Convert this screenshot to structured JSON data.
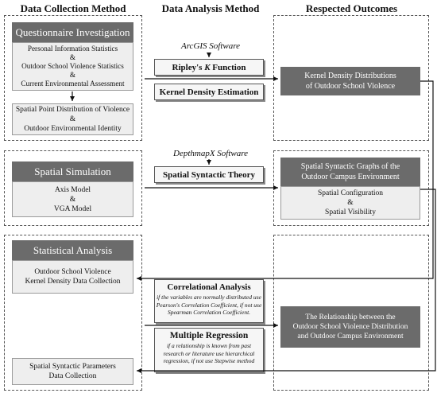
{
  "columns": {
    "collection": "Data Collection Method",
    "analysis": "Data Analysis Method",
    "outcomes": "Respected Outcomes"
  },
  "collection": {
    "questionnaire": {
      "title": "Questionnaire Investigation",
      "items": [
        "Personal Information Statistics",
        "&",
        "Outdoor School Violence Statistics",
        "&",
        "Current Environmental Assessment"
      ]
    },
    "spatial_point": {
      "items": [
        "Spatial Point Distribution of Violence",
        "&",
        "Outdoor Environmental Identity"
      ]
    },
    "simulation": {
      "title": "Spatial Simulation",
      "items": [
        "Axis Model",
        "&",
        "VGA Model"
      ]
    },
    "statistical": {
      "title": "Statistical Analysis",
      "kernel_items": [
        "Outdoor School Violence",
        "Kernel Density Data Collection"
      ],
      "syntactic_items": [
        "Spatial Syntactic Parameters",
        "Data Collection"
      ]
    }
  },
  "analysis": {
    "arcgis": "ArcGIS Software",
    "ripley_prefix": "Ripley's ",
    "ripley_k": "K",
    "ripley_suffix": " Function",
    "kde": "Kernel Density Estimation",
    "depthmap": "DepthmapX Software",
    "syntactic_theory": "Spatial Syntactic Theory",
    "correlational": {
      "title": "Correlational Analysis",
      "note": [
        "if the variables are normally distributed use",
        "Pearson's Correlation Coefficient, if not use",
        "Spearman Correlation Coefficient."
      ]
    },
    "regression": {
      "title": "Multiple Regression",
      "note": [
        "if a relationship is known from past",
        "research or literature use hierarchical",
        "regression, if not use Stepwise method"
      ]
    }
  },
  "outcomes": {
    "kernel": [
      "Kernel Density Distributions",
      "of Outdoor School Violence"
    ],
    "graphs": [
      "Spatial Syntactic Graphs of the",
      "Outdoor Campus Environment"
    ],
    "graphs_items": [
      "Spatial Configuration",
      "&",
      "Spatial Visibility"
    ],
    "relationship": [
      "The Relationship between the",
      "Outdoor School Violence Distribution",
      "and  Outdoor Campus Environment"
    ]
  }
}
